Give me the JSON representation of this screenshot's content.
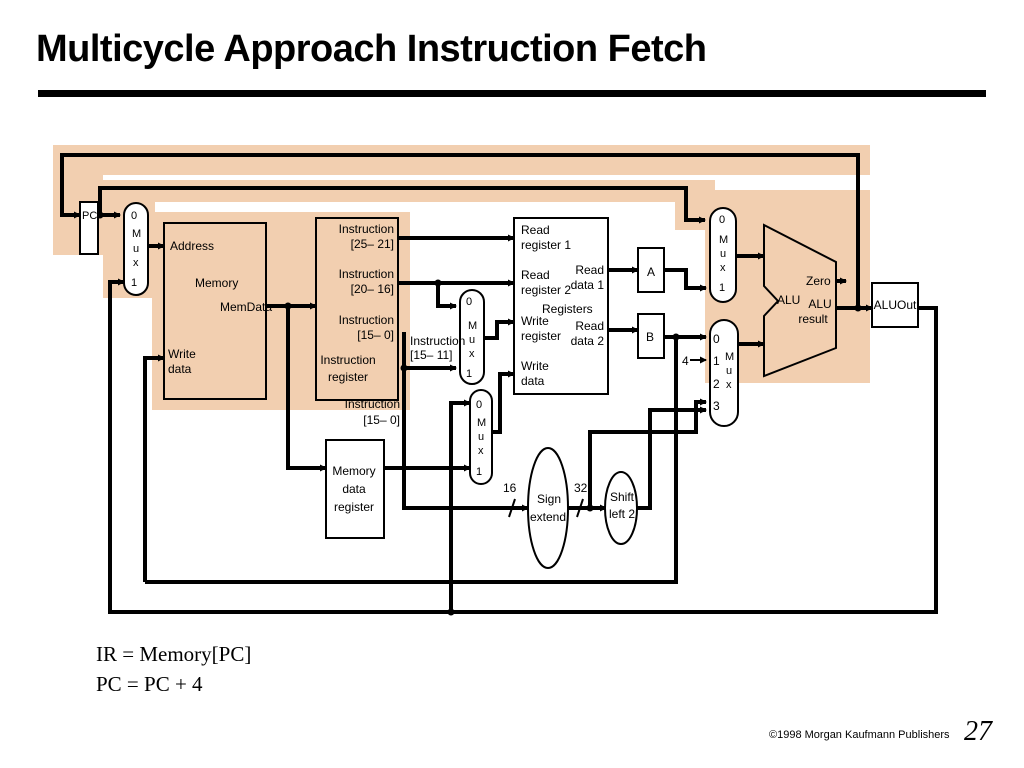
{
  "title": "Multicycle Approach Instruction Fetch",
  "colors": {
    "highlight": "#f2cfb0",
    "wire": "#000000"
  },
  "equations": [
    "IR = Memory[PC]",
    "PC = PC + 4"
  ],
  "footer": {
    "copyright": "©1998 Morgan Kaufmann Publishers",
    "page": "27"
  },
  "diagram": {
    "pc": "PC",
    "mux_pc": {
      "in0": "0",
      "in1": "1",
      "name": [
        "M",
        "u",
        "x"
      ]
    },
    "memory": {
      "address": "Address",
      "memory": "Memory",
      "memdata": "MemData",
      "write_data": [
        "Write",
        "data"
      ]
    },
    "ir": {
      "f1": [
        "Instruction",
        "[25– 21]"
      ],
      "f2": [
        "Instruction",
        "[20– 16]"
      ],
      "f3": [
        "Instruction",
        "[15– 0]"
      ],
      "name": [
        "Instruction",
        "register"
      ],
      "out_low": [
        "Instruction",
        "[15– 0]"
      ],
      "out_rd": [
        "Instruction",
        "[15– 11]"
      ]
    },
    "mdr": [
      "Memory",
      "data",
      "register"
    ],
    "regs": {
      "read_reg1": [
        "Read",
        "register 1"
      ],
      "read_reg2": [
        "Read",
        "register 2"
      ],
      "registers": "Registers",
      "write_reg": [
        "Write",
        "register"
      ],
      "write_data": [
        "Write",
        "data"
      ],
      "read_data1": [
        "Read",
        "data 1"
      ],
      "read_data2": [
        "Read",
        "data 2"
      ]
    },
    "a": "A",
    "b": "B",
    "alu": {
      "name": "ALU",
      "zero": "Zero",
      "result": [
        "ALU",
        "result"
      ]
    },
    "aluout": "ALUOut",
    "alusrcb": {
      "i0": "0",
      "i1": "1",
      "i2": "2",
      "i3": "3",
      "const4": "4"
    },
    "sign": [
      "Sign",
      "extend"
    ],
    "shift": [
      "Shift",
      "left 2"
    ],
    "bus16": "16",
    "bus32": "32"
  }
}
